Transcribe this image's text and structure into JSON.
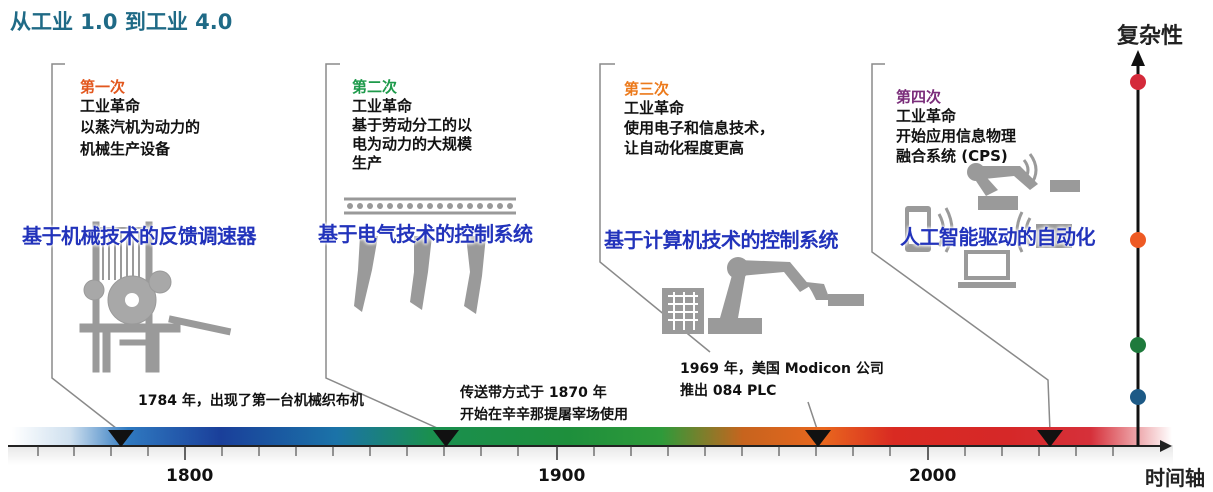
{
  "title": "从工业 1.0 到工业 4.0",
  "complexity_label": "复杂性",
  "time_axis_label": "时间轴",
  "revolutions": [
    {
      "ordinal": "第一次",
      "ordinal_color": "#e2571e",
      "name": "工业革命",
      "desc_lines": [
        "以蒸汽机为动力的",
        "机械生产设备"
      ],
      "caption": "基于机械技术的反馈调速器"
    },
    {
      "ordinal": "第二次",
      "ordinal_color": "#1e9a4b",
      "name": "工业革命",
      "desc_lines": [
        "基于劳动分工的以",
        "电为动力的大规模",
        "生产"
      ],
      "caption": "基于电气技术的控制系统"
    },
    {
      "ordinal": "第三次",
      "ordinal_color": "#ec7a1c",
      "name": "工业革命",
      "desc_lines": [
        "使用电子和信息技术，",
        "让自动化程度更高"
      ],
      "caption": "基于计算机技术的控制系统"
    },
    {
      "ordinal": "第四次",
      "ordinal_color": "#7a2d7a",
      "name": "工业革命",
      "desc_lines": [
        "开始应用信息物理",
        "融合系统 (CPS)"
      ],
      "caption": "人工智能驱动的自动化"
    }
  ],
  "events": [
    {
      "lines": [
        "1784 年，出现了第一台机械织布机"
      ]
    },
    {
      "lines": [
        "传送带方式于 1870 年",
        "开始在辛辛那提屠宰场使用"
      ]
    },
    {
      "lines": [
        "1969 年，美国 Modicon 公司",
        "推出 084 PLC"
      ]
    }
  ],
  "years": [
    "1800",
    "1900",
    "2000"
  ],
  "complexity_dots": [
    "#d42a3a",
    "#ee5a24",
    "#1e7a3c",
    "#1d5a86"
  ]
}
